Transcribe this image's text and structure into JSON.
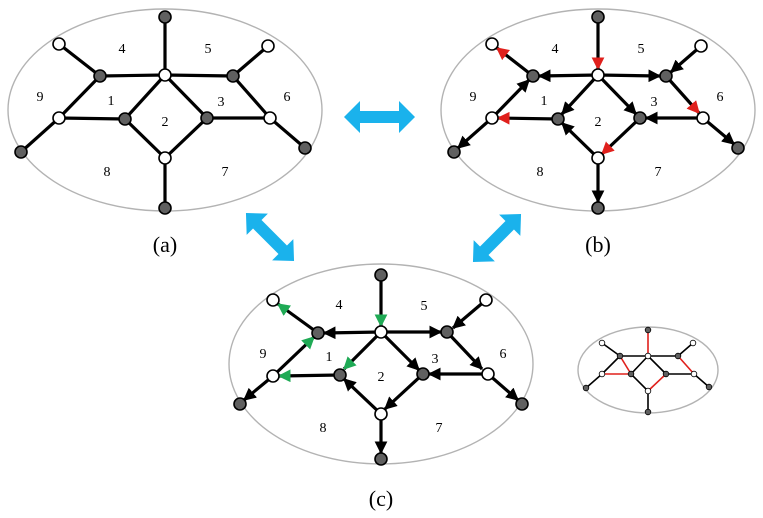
{
  "panels": {
    "a": {
      "caption": "(a)",
      "regions": {
        "r1": "1",
        "r2": "2",
        "r3": "3",
        "r4": "4",
        "r5": "5",
        "r6": "6",
        "r7": "7",
        "r8": "8",
        "r9": "9"
      }
    },
    "b": {
      "caption": "(b)",
      "regions": {
        "r1": "1",
        "r2": "2",
        "r3": "3",
        "r4": "4",
        "r5": "5",
        "r6": "6",
        "r7": "7",
        "r8": "8",
        "r9": "9"
      }
    },
    "c": {
      "caption": "(c)",
      "regions": {
        "r1": "1",
        "r2": "2",
        "r3": "3",
        "r4": "4",
        "r5": "5",
        "r6": "6",
        "r7": "7",
        "r8": "8",
        "r9": "9"
      }
    }
  },
  "colors": {
    "matching_edge": "#e0201c",
    "highlight_edge": "#1faa55",
    "edge": "#000000",
    "boundary": "#b3b3b3",
    "double_arrow": "#1ab2ec",
    "vertex_white": "#ffffff",
    "vertex_dark": "#606060"
  }
}
